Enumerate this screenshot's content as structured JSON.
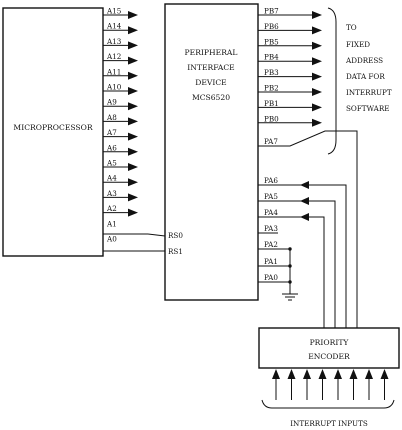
{
  "microprocessor": {
    "label": "MICROPROCESSOR",
    "address_pins": [
      "A15",
      "A14",
      "A13",
      "A12",
      "A11",
      "A10",
      "A9",
      "A8",
      "A7",
      "A6",
      "A5",
      "A4",
      "A3",
      "A2",
      "A1",
      "A0"
    ]
  },
  "pia": {
    "label_lines": [
      "PERIPHERAL",
      "INTERFACE",
      "DEVICE",
      "MCS6520"
    ],
    "rs_pins": [
      "RS0",
      "RS1"
    ],
    "port_b": [
      "PB7",
      "PB6",
      "PB5",
      "PB4",
      "PB3",
      "PB2",
      "PB1",
      "PB0"
    ],
    "port_a": [
      "PA7",
      "PA6",
      "PA5",
      "PA4",
      "PA3",
      "PA2",
      "PA1",
      "PA0"
    ]
  },
  "fixed_address_note": [
    "TO",
    "FIXED",
    "ADDRESS",
    "DATA FOR",
    "INTERRUPT",
    "SOFTWARE"
  ],
  "encoder": {
    "label_lines": [
      "PRIORITY",
      "ENCODER"
    ],
    "interrupt_inputs_label": "INTERRUPT INPUTS"
  }
}
